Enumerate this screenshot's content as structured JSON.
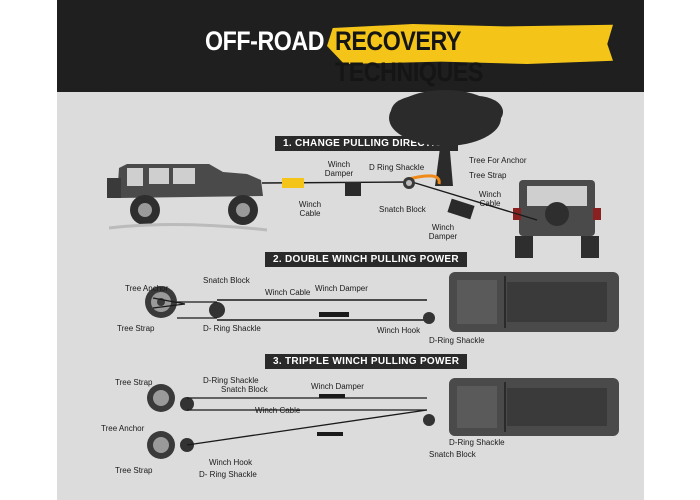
{
  "header": {
    "title_left": "OFF-ROAD",
    "title_right": "RECOVERY TECHNIQUES"
  },
  "colors": {
    "accent_yellow": "#f4c518",
    "header_dark": "#1f1f1f",
    "background_gray": "#dcdcdc",
    "section_label_bg": "#2a2a2a"
  },
  "sections": [
    {
      "title": "1. CHANGE PULLING DIRECTION",
      "labels": {
        "winch_damper_1": "Winch\nDamper",
        "winch_cable_1": "Winch\nCable",
        "d_ring_shackle": "D Ring Shackle",
        "snatch_block": "Snatch Block",
        "tree_for_anchor": "Tree For Anchor",
        "tree_strap": "Tree Strap",
        "winch_cable_2": "Winch\nCable",
        "winch_damper_2": "Winch\nDamper"
      }
    },
    {
      "title": "2. DOUBLE WINCH PULLING POWER",
      "labels": {
        "snatch_block": "Snatch Block",
        "tree_anchor": "Tree Anchor",
        "winch_cable": "Winch Cable",
        "winch_damper": "Winch Damper",
        "tree_strap": "Tree Strap",
        "d_ring_shackle_left": "D- Ring Shackle",
        "winch_hook": "Winch Hook",
        "d_ring_shackle_right": "D-Ring Shackle"
      }
    },
    {
      "title": "3. TRIPPLE WINCH PULLING POWER",
      "labels": {
        "tree_strap_top": "Tree Strap",
        "d_ring_shackle_top": "D-Ring Shackle",
        "snatch_block_top": "Snatch Block",
        "winch_damper": "Winch Damper",
        "winch_cable": "Winch Cable",
        "tree_anchor": "Tree Anchor",
        "d_ring_shackle_right": "D-Ring Shackle",
        "snatch_block_right": "Snatch Block",
        "winch_hook": "Winch Hook",
        "tree_strap_bottom": "Tree Strap",
        "d_ring_shackle_bottom": "D- Ring Shackle"
      }
    }
  ]
}
